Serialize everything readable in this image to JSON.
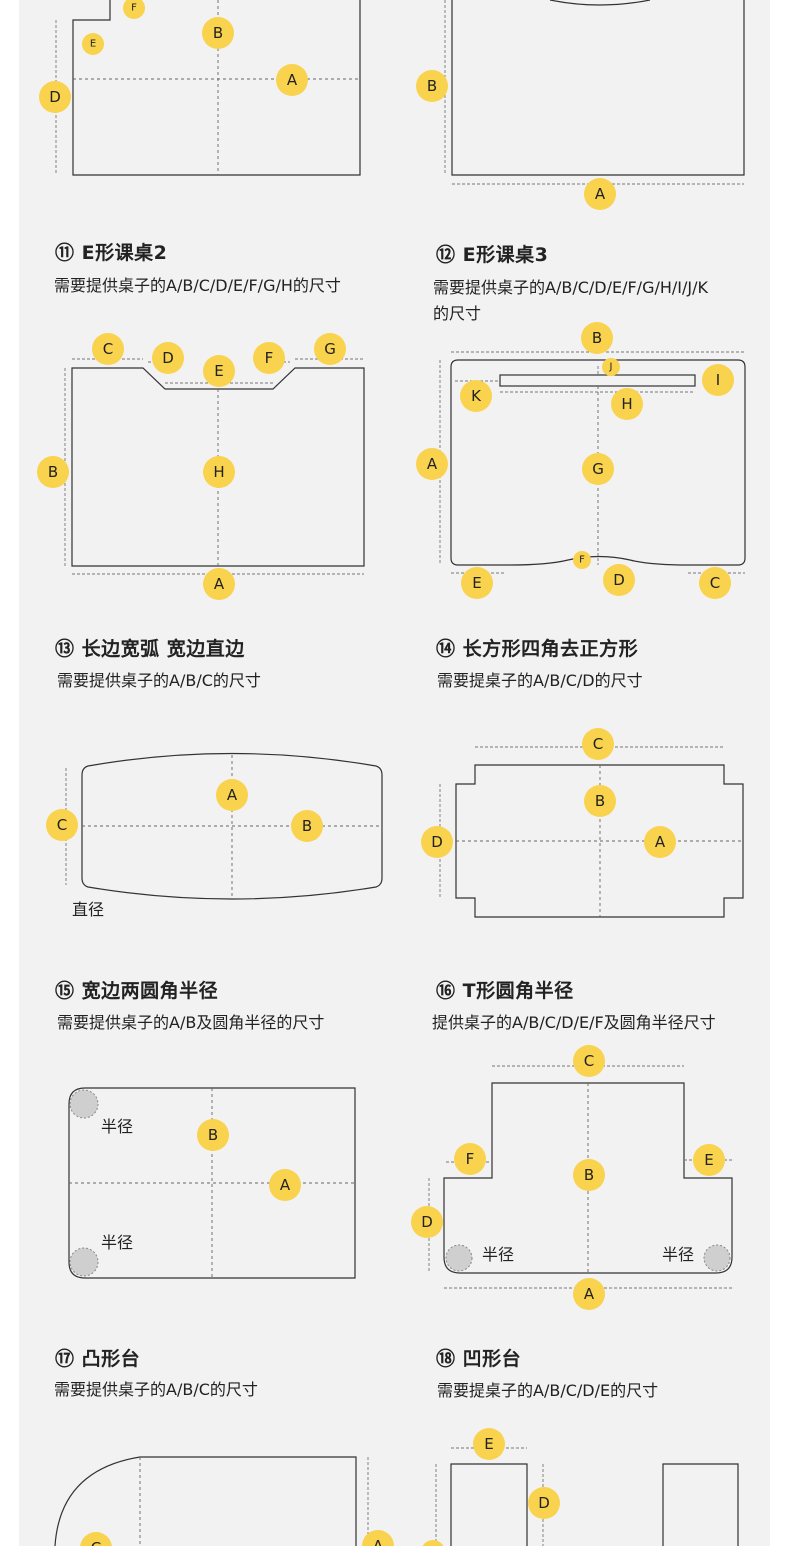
{
  "letters": [
    "A",
    "B",
    "C",
    "D",
    "E",
    "F",
    "G",
    "H",
    "I",
    "J",
    "K"
  ],
  "radius_label": "半径",
  "diameter_label": "直径",
  "sections": [
    {
      "title": "⑪ E形课桌2",
      "desc": "需要提供桌子的A/B/C/D/E/F/G/H的尺寸"
    },
    {
      "title": "⑫ E形课桌3",
      "desc_line1": "需要提供桌子的A/B/C/D/E/F/G/H/I/J/K",
      "desc_line2": "的尺寸"
    },
    {
      "title": "⑬ 长边宽弧 宽边直边",
      "desc": "需要提供桌子的A/B/C的尺寸"
    },
    {
      "title": "⑭ 长方形四角去正方形",
      "desc": "需要提桌子的A/B/C/D的尺寸"
    },
    {
      "title": "⑮ 宽边两圆角半径",
      "desc": "需要提供桌子的A/B及圆角半径的尺寸"
    },
    {
      "title": "⑯ T形圆角半径",
      "desc": "提供桌子的A/B/C/D/E/F及圆角半径尺寸"
    },
    {
      "title": "⑰ 凸形台",
      "desc": "需要提供桌子的A/B/C的尺寸"
    },
    {
      "title": "⑱ 凹形台",
      "desc": "需要提桌子的A/B/C/D/E的尺寸"
    }
  ]
}
